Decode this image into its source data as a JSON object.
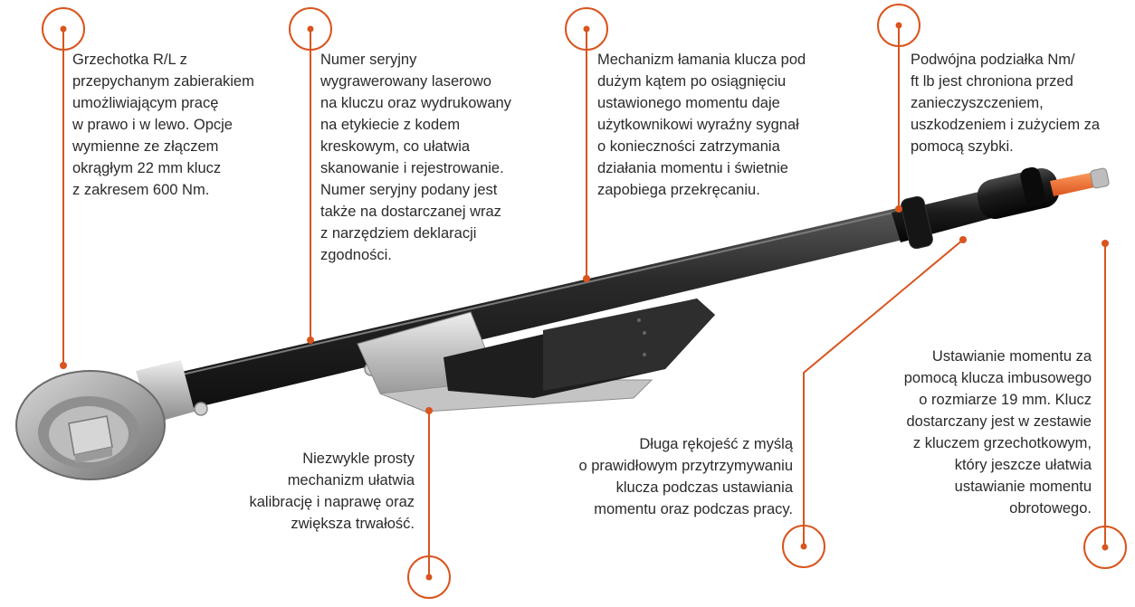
{
  "accent_color": "#d9541e",
  "callouts": {
    "ratchet": {
      "lines": [
        "Grzechotka R/L z",
        "przepychanym zabierakiem",
        "umożliwiającym pracę",
        "w prawo i w lewo. Opcje",
        "wymienne ze złączem",
        "okrągłym 22 mm klucz",
        "z zakresem 600 Nm."
      ]
    },
    "serial_number": {
      "lines": [
        "Numer seryjny",
        "wygrawerowany laserowo",
        "na kluczu oraz wydrukowany",
        "na etykiecie z kodem",
        "kreskowym, co ułatwia",
        "skanowanie i rejestrowanie.",
        "Numer seryjny podany jest",
        "także na dostarczanej wraz",
        "z narzędziem deklaracji",
        "zgodności."
      ]
    },
    "break_mechanism": {
      "lines": [
        "Mechanizm łamania klucza pod",
        "dużym kątem po osiągnięciu",
        "ustawionego momentu daje",
        "użytkownikowi wyraźny sygnał",
        "o konieczności zatrzymania",
        "działania momentu i świetnie",
        "zapobiega przekręcaniu."
      ]
    },
    "dual_scale": {
      "lines": [
        "Podwójna podziałka Nm/",
        "ft lb jest chroniona przed",
        "zanieczyszczeniem,",
        "uszkodzeniem i zużyciem za",
        "pomocą szybki."
      ]
    },
    "simple_mechanism": {
      "lines": [
        "Niezwykle prosty",
        "mechanizm ułatwia",
        "kalibrację i naprawę oraz",
        "zwiększa trwałość."
      ]
    },
    "long_handle": {
      "lines": [
        "Długa rękojeść z myślą",
        "o prawidłowym przytrzymywaniu",
        "klucza podczas ustawiania",
        "momentu oraz podczas pracy."
      ]
    },
    "torque_setting": {
      "lines": [
        "Ustawianie momentu za",
        "pomocą klucza imbusowego",
        "o rozmiarze 19 mm. Klucz",
        "dostarczany jest w zestawie",
        "z kluczem grzechotkowym,",
        "który jeszcze ułatwia",
        "ustawianie momentu",
        "obrotowego."
      ]
    }
  }
}
